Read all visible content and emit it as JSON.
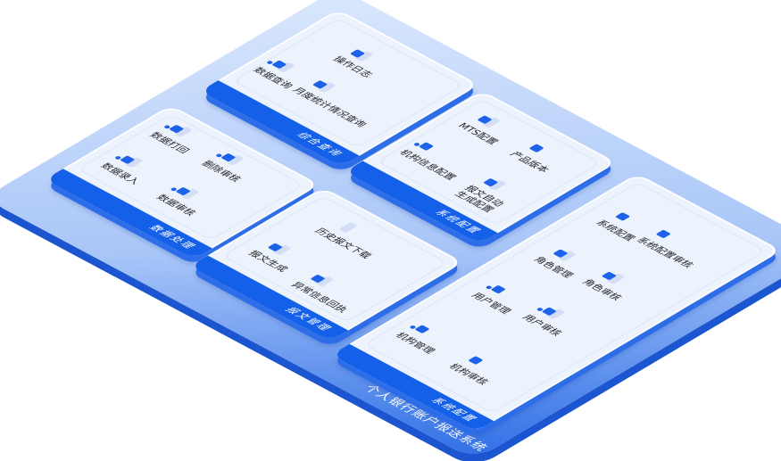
{
  "title": "个人银行账户报送系统",
  "panels": {
    "query": {
      "label": "综合查询",
      "items": [
        "操作日志",
        "数据查询",
        "月度统计情况查询"
      ]
    },
    "data": {
      "label": "数据处理",
      "items": [
        "数据打回",
        "删除审核",
        "数据录入",
        "数据审核"
      ]
    },
    "sysconfig": {
      "label": "系统配置",
      "items": [
        "MTS配置",
        "产品版本",
        "机构信息配置",
        "报文自动",
        "生成配置"
      ]
    },
    "report": {
      "label": "报文管理",
      "items": [
        "历史报文下载",
        "报文生成",
        "异常信息回执"
      ]
    },
    "system": {
      "label": "系统配置",
      "items": [
        "系统配置",
        "系统配置审核",
        "角色管理",
        "角色审核",
        "用户管理",
        "用户审核",
        "机构管理",
        "机构审核"
      ]
    }
  },
  "colors": {
    "accent": "#1560e8",
    "panel": "#edf3fd"
  }
}
